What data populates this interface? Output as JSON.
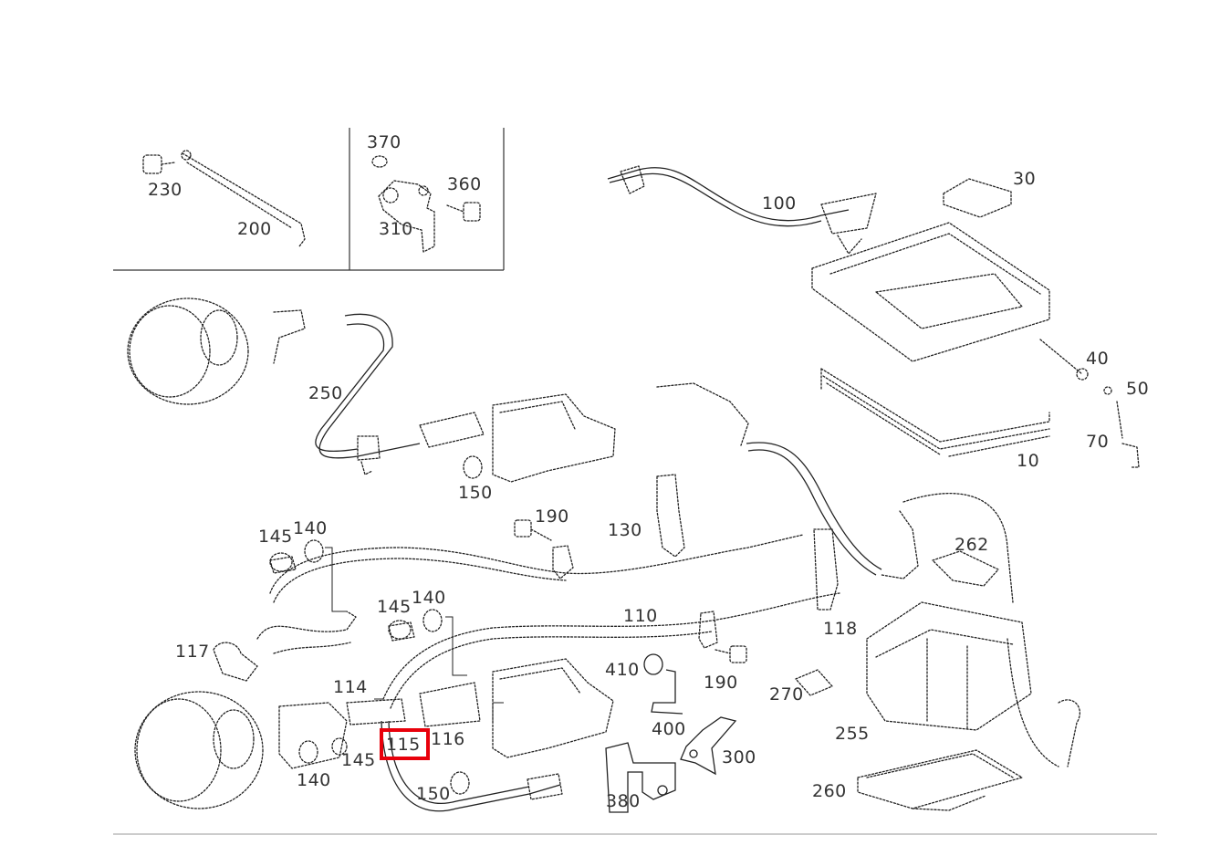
{
  "diagram": {
    "highlight_color": "#e8000b",
    "highlighted_label": "115",
    "callouts": [
      "230",
      "200",
      "370",
      "360",
      "310",
      "100",
      "30",
      "40",
      "50",
      "70",
      "10",
      "250",
      "150",
      "190",
      "130",
      "145",
      "140",
      "262",
      "145",
      "140",
      "110",
      "117",
      "114",
      "115",
      "116",
      "118",
      "410",
      "190",
      "270",
      "400",
      "300",
      "255",
      "145",
      "140",
      "150",
      "380",
      "260"
    ]
  }
}
